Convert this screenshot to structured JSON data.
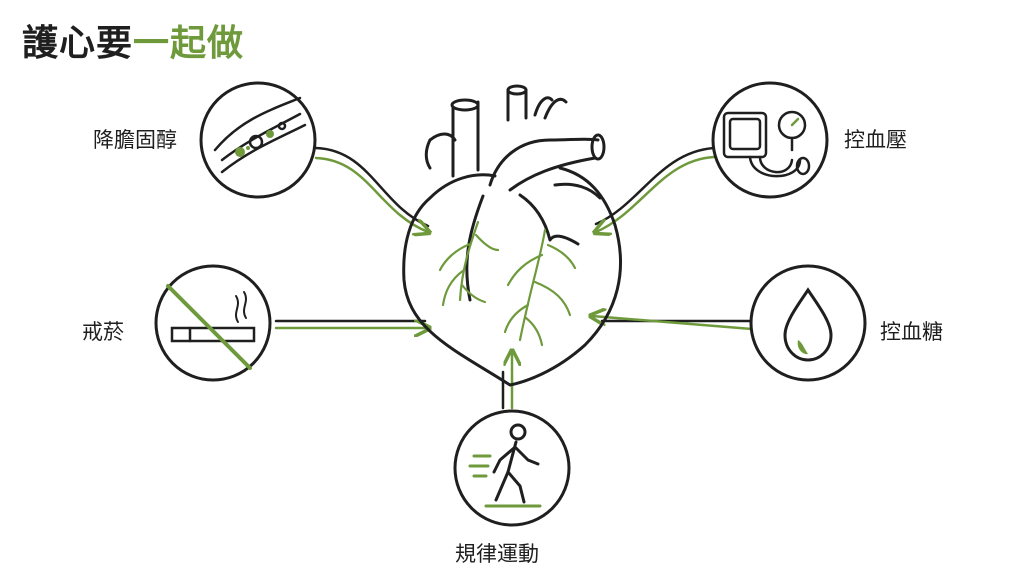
{
  "title": {
    "part1": "護心要",
    "part2": "一起做"
  },
  "colors": {
    "ink": "#1f1f1f",
    "accent": "#6f9a3c"
  },
  "items": [
    {
      "label": "降膽固醇",
      "icon": "artery-plaque-icon"
    },
    {
      "label": "戒菸",
      "icon": "no-smoking-icon"
    },
    {
      "label": "規律運動",
      "icon": "walking-person-icon"
    },
    {
      "label": "控血壓",
      "icon": "blood-pressure-monitor-icon"
    },
    {
      "label": "控血糖",
      "icon": "blood-drop-icon"
    }
  ],
  "center": {
    "icon": "heart-icon"
  }
}
